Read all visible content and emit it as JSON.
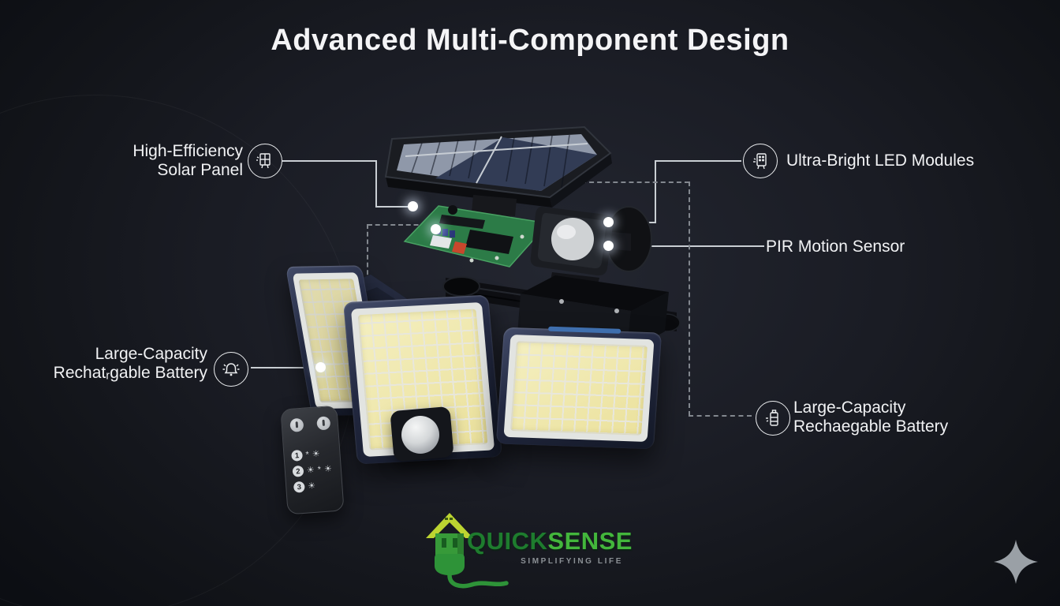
{
  "title": "Advanced Multi-Component Design",
  "callouts": {
    "solar_panel": {
      "line1": "High-Efficiency",
      "line2": "Solar Panel"
    },
    "led_modules": {
      "label": "Ultra-Bright LED Modules"
    },
    "pir_sensor": {
      "label": "PIR Motion Sensor"
    },
    "battery_left": {
      "line1": "Large-Capacity",
      "line2": "Rechatᵣgable Battery"
    },
    "battery_right": {
      "line1": "Large-Capacity",
      "line2": "Rechaegable Battery"
    }
  },
  "remote": {
    "mode_numbers": [
      "1",
      "2",
      "3"
    ]
  },
  "logo": {
    "brand_quick": "QUICK",
    "brand_sense": "SENSE",
    "tagline": "SIMPLIFYING LIFE"
  },
  "colors": {
    "background_dark": "#14161d",
    "line": "#c9ced3",
    "dashed_line": "#82878e",
    "text": "#f1f2f4",
    "logo_green_dark": "#1e7c2e",
    "logo_green_light": "#43b63c",
    "tagline_gray": "#8b9095",
    "led_yellow": "#efe8ac",
    "sparkle_gray": "#9aa0a6"
  }
}
